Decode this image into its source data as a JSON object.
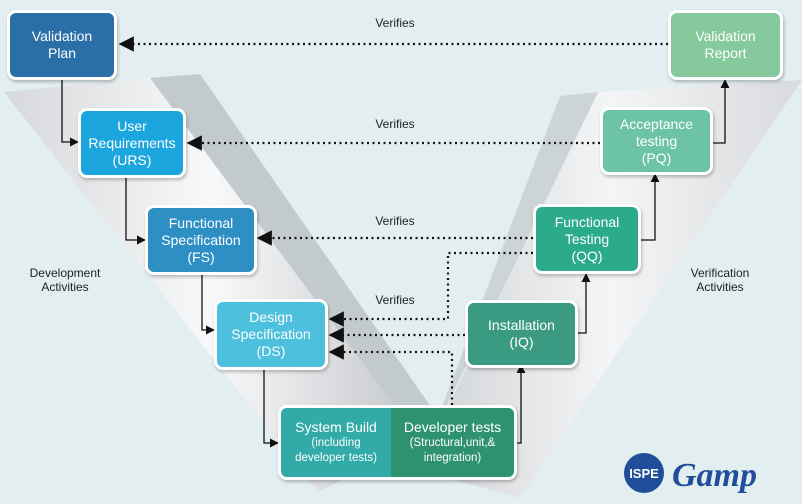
{
  "boxes": {
    "validation_plan": [
      "Validation",
      "Plan"
    ],
    "user_requirements": [
      "User",
      "Requirements",
      "(URS)"
    ],
    "functional_spec": [
      "Functional",
      "Specification",
      "(FS)"
    ],
    "design_spec": [
      "Design",
      "Specification",
      "(DS)"
    ],
    "validation_report": [
      "Validation",
      "Report"
    ],
    "acceptance_testing": [
      "Acceptance",
      "testing",
      "(PQ)"
    ],
    "functional_testing": [
      "Functional",
      "Testing",
      "(QQ)"
    ],
    "installation": [
      "Installation",
      "(IQ)"
    ],
    "system_build": {
      "title": "System Build",
      "sub": [
        "(including",
        "developer tests)"
      ]
    },
    "developer_tests": {
      "title": "Developer tests",
      "sub": [
        "(Structural,unit,&",
        "integration)"
      ]
    }
  },
  "links": {
    "verifies_1": "Verifies",
    "verifies_2": "Verifies",
    "verifies_3": "Verifies",
    "verifies_4": "Verifies"
  },
  "side_labels": {
    "development": [
      "Development",
      "Activities"
    ],
    "verification": [
      "Verification",
      "Activities"
    ]
  },
  "logo": {
    "ispe": "ISPE",
    "gamp": "Gamp"
  },
  "colors": {
    "background": "#e3eef1",
    "validation_plan": "#2a6fa8",
    "user_requirements": "#1ba6dd",
    "functional_spec": "#2e8fc4",
    "design_spec": "#4cc0dc",
    "validation_report": "#86c99c",
    "acceptance_testing": "#6cc4a4",
    "functional_testing": "#2bab8c",
    "installation": "#3a9a82",
    "system_build": "#32aaa8",
    "developer_tests": "#2e9272"
  }
}
